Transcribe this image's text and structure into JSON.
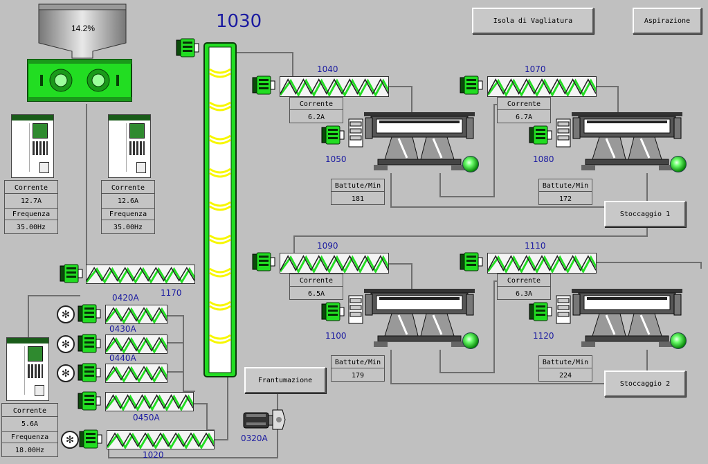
{
  "hopper": {
    "level": "14.2%"
  },
  "elevator": {
    "id": "1030"
  },
  "buttons": {
    "isola": "Isola di Vagliatura",
    "aspirazione": "Aspirazione",
    "frantumazione": "Frantumazione",
    "stoccaggio1": "Stoccaggio 1",
    "stoccaggio2": "Stoccaggio 2"
  },
  "drive_left": {
    "corrente_label": "Corrente",
    "corrente": "12.7A",
    "freq_label": "Frequenza",
    "freq": "35.00Hz"
  },
  "drive_right": {
    "corrente_label": "Corrente",
    "corrente": "12.6A",
    "freq_label": "Frequenza",
    "freq": "35.00Hz"
  },
  "drive_bottom": {
    "corrente_label": "Corrente",
    "corrente": "5.6A",
    "freq_label": "Frequenza",
    "freq": "18.00Hz"
  },
  "lines": [
    {
      "screw": "1040",
      "vib": "1050",
      "corrente_label": "Corrente",
      "corrente": "6.2A",
      "battute_label": "Battute/Min",
      "battute": "181"
    },
    {
      "screw": "1070",
      "vib": "1080",
      "corrente_label": "Corrente",
      "corrente": "6.7A",
      "battute_label": "Battute/Min",
      "battute": "172"
    },
    {
      "screw": "1090",
      "vib": "1100",
      "corrente_label": "Corrente",
      "corrente": "6.5A",
      "battute_label": "Battute/Min",
      "battute": "179"
    },
    {
      "screw": "1110",
      "vib": "1120",
      "corrente_label": "Corrente",
      "corrente": "6.3A",
      "battute_label": "Battute/Min",
      "battute": "224"
    }
  ],
  "feeders": {
    "s1170": "1170",
    "s0420": "0420A",
    "s0430": "0430A",
    "s0440": "0440A",
    "s0450": "0450A",
    "s1020": "1020",
    "crusher": "0320A"
  },
  "colors": {
    "green": "#22dd22",
    "yellow": "#f7f700",
    "tag": "#1a1aa0"
  }
}
